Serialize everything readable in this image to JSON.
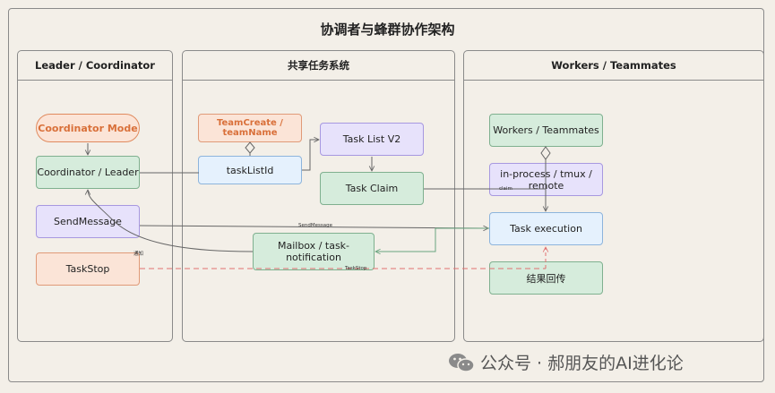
{
  "title": "协调者与蜂群协作架构",
  "lanes": [
    {
      "id": "leader",
      "label": "Leader / Coordinator"
    },
    {
      "id": "shared",
      "label": "共享任务系统"
    },
    {
      "id": "workers",
      "label": "Workers / Teammates"
    }
  ],
  "nodes": {
    "coordinator_mode": "Coordinator Mode",
    "coordinator_leader": "Coordinator / Leader",
    "send_message": "SendMessage",
    "task_stop": "TaskStop",
    "team_create": "TeamCreate / teamName",
    "task_list_id": "taskListId",
    "task_list_v2": "Task List V2",
    "task_claim": "Task Claim",
    "mailbox": "Mailbox / task-notification",
    "workers_teammates": "Workers / Teammates",
    "in_process": "in-process / tmux / remote",
    "task_execution": "Task execution",
    "result_return": "结果回传"
  },
  "edge_labels": {
    "claim": "claim",
    "send_message": "SendMessage",
    "notify": "通知",
    "task_stop": "TaskStop"
  },
  "colors": {
    "green": "#d6ecdc",
    "purple": "#e7e2fb",
    "blue": "#e5f1fd",
    "orange": "#fbe4d7",
    "accent_orange": "#d9703a",
    "red_dashed": "#e07070",
    "green_line": "#7fb08f"
  },
  "watermark": {
    "text": "公众号 · 郝朋友的AI进化论",
    "icon": "wechat-icon"
  }
}
